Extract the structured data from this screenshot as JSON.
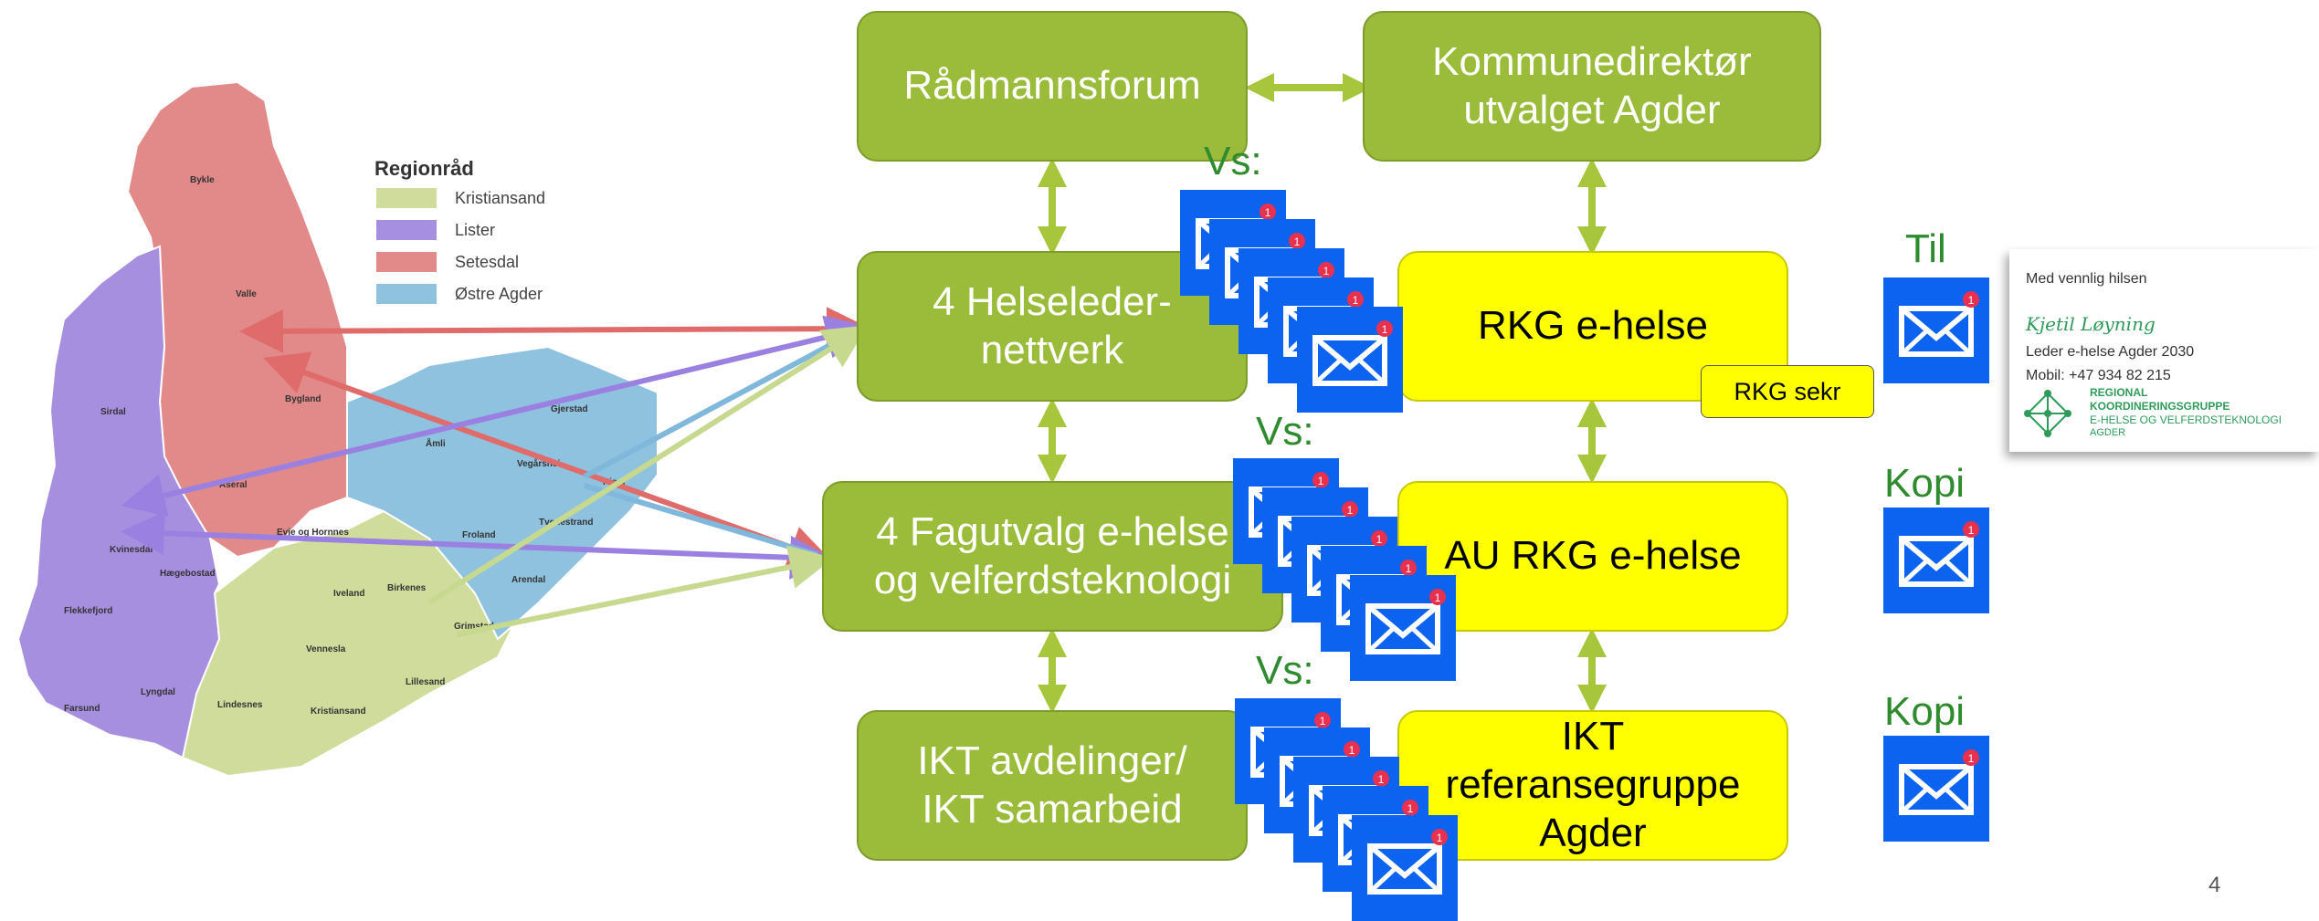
{
  "legend": {
    "title": "Regionråd",
    "items": [
      {
        "label": "Kristiansand",
        "color": "#cfdc9c"
      },
      {
        "label": "Lister",
        "color": "#a78fe0"
      },
      {
        "label": "Setesdal",
        "color": "#e28a8a"
      },
      {
        "label": "Østre Agder",
        "color": "#8fc2df"
      }
    ]
  },
  "map_names": [
    "Bykle",
    "Valle",
    "Sirdal",
    "Bygland",
    "Åmli",
    "Gjerstad",
    "Vegårshei",
    "Tvedestrand",
    "Risør",
    "Åseral",
    "Evje og Hornnes",
    "Froland",
    "Arendal",
    "Kvinesdal",
    "Hægebostad",
    "Flekkefjord",
    "Iveland",
    "Birkenes",
    "Grimstad",
    "Vennesla",
    "Lillesand",
    "Farsund",
    "Lyngdal",
    "Lindesnes",
    "Kristiansand"
  ],
  "boxes": {
    "radmannsforum": "Rådmannsforum",
    "kommunedirektor_1": "Kommunedirektør",
    "kommunedirektor_2": "utvalget Agder",
    "helseleder_1": "4 Helseleder-",
    "helseleder_2": "nettverk",
    "rkg": "RKG e-helse",
    "rkg_sekr": "RKG sekr",
    "fagutvalg_1": "4 Fagutvalg e-helse",
    "fagutvalg_2": "og velferdsteknologi",
    "au_rkg": "AU RKG e-helse",
    "ikt_avd_1": "IKT avdelinger/",
    "ikt_avd_2": "IKT samarbeid",
    "ikt_ref_1": "IKT",
    "ikt_ref_2": "referansegruppe",
    "ikt_ref_3": "Agder"
  },
  "labels": {
    "vs": "Vs:",
    "til": "Til",
    "kopi": "Kopi"
  },
  "mail_badge": "1",
  "signature": {
    "greeting": "Med vennlig hilsen",
    "signed": "Kjetil Løyning",
    "role": "Leder e-helse Agder 2030",
    "phone": "Mobil: +47 934 82 215",
    "org_1": "REGIONAL",
    "org_2": "KOORDINERINGSGRUPPE",
    "org_3": "E-HELSE OG VELFERDSTEKNOLOGI",
    "org_4": "AGDER"
  },
  "page_number": "4",
  "colors": {
    "green_box": "#9bbb3b",
    "yellow_box": "#ffff00",
    "arrow": "#a8c63c",
    "mail_blue": "#0b63f0",
    "label_green": "#2e8b2e"
  }
}
